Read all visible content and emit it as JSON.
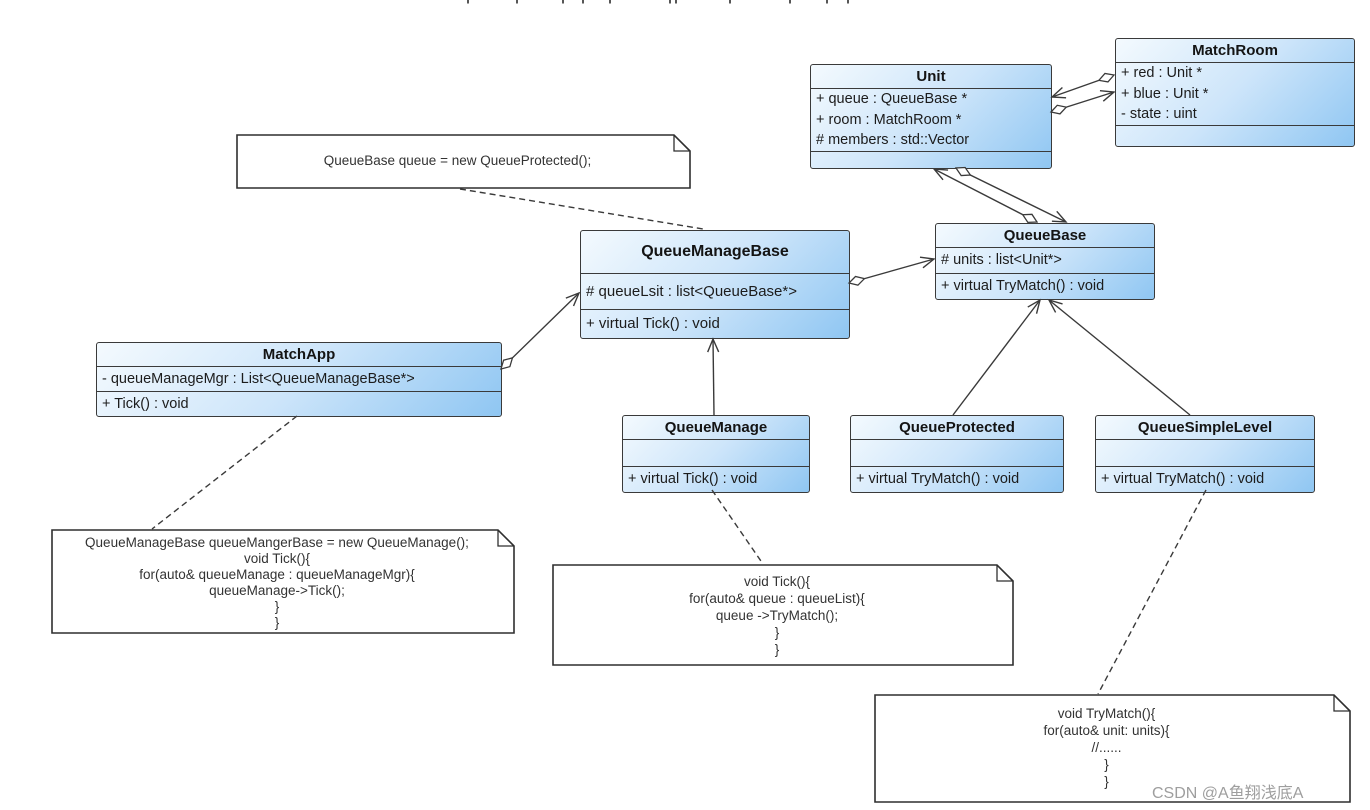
{
  "diagram": {
    "classes": [
      {
        "id": "matchroom",
        "title": "MatchRoom",
        "attributes": [
          "+ red : Unit *",
          "+ blue : Unit *",
          "- state : uint"
        ],
        "methods": []
      },
      {
        "id": "unit",
        "title": "Unit",
        "attributes": [
          "+ queue : QueueBase *",
          "+ room : MatchRoom *",
          "# members : std::Vector"
        ],
        "methods": []
      },
      {
        "id": "queuebase",
        "title": "QueueBase",
        "attributes": [
          "# units : list<Unit*>"
        ],
        "methods": [
          "+ virtual TryMatch() : void"
        ]
      },
      {
        "id": "queuemanagebase",
        "title": "QueueManageBase",
        "attributes": [
          "# queueLsit : list<QueueBase*>"
        ],
        "methods": [
          "+ virtual Tick() : void"
        ]
      },
      {
        "id": "matchapp",
        "title": "MatchApp",
        "attributes": [
          "- queueManageMgr  : List<QueueManageBase*>"
        ],
        "methods": [
          "+ Tick() : void"
        ]
      },
      {
        "id": "queuemanage",
        "title": "QueueManage",
        "attributes": [],
        "methods": [
          "+ virtual Tick() : void"
        ]
      },
      {
        "id": "queueprotected",
        "title": "QueueProtected",
        "attributes": [],
        "methods": [
          "+ virtual TryMatch() : void"
        ]
      },
      {
        "id": "queuesimplelevel",
        "title": "QueueSimpleLevel",
        "attributes": [],
        "methods": [
          "+ virtual TryMatch() : void"
        ]
      }
    ],
    "notes": [
      {
        "id": "note-1",
        "lines": [
          "QueueBase queue = new QueueProtected();"
        ]
      },
      {
        "id": "note-2",
        "lines": [
          "QueueManageBase queueMangerBase = new QueueManage();",
          "void Tick(){",
          "for(auto& queueManage : queueManageMgr){",
          "queueManage->Tick();",
          "}",
          "}"
        ]
      },
      {
        "id": "note-3",
        "lines": [
          "void Tick(){",
          "for(auto& queue : queueList){",
          "queue ->TryMatch();",
          "}",
          "}"
        ]
      },
      {
        "id": "note-4",
        "lines": [
          "void TryMatch(){",
          "for(auto& unit: units){",
          "//......",
          "}",
          "}"
        ]
      }
    ],
    "relations": [
      {
        "id": "rel-matchroom-unit",
        "type": "aggregation",
        "from": "MatchRoom",
        "to": "Unit"
      },
      {
        "id": "rel-unit-matchroom",
        "type": "aggregation",
        "from": "Unit",
        "to": "MatchRoom"
      },
      {
        "id": "rel-unit-queuebase",
        "type": "aggregation",
        "from": "Unit",
        "to": "QueueBase"
      },
      {
        "id": "rel-queuebase-unit",
        "type": "aggregation",
        "from": "QueueBase",
        "to": "Unit"
      },
      {
        "id": "rel-queuemanagebase-queuebase",
        "type": "aggregation",
        "from": "QueueManageBase",
        "to": "QueueBase"
      },
      {
        "id": "rel-matchapp-queuemanagebase",
        "type": "aggregation",
        "from": "MatchApp",
        "to": "QueueManageBase"
      },
      {
        "id": "rel-queuemanage-queuemanagebase",
        "type": "inheritance",
        "from": "QueueManage",
        "to": "QueueManageBase"
      },
      {
        "id": "rel-queueprotected-queuebase",
        "type": "inheritance",
        "from": "QueueProtected",
        "to": "QueueBase"
      },
      {
        "id": "rel-queuesimplelevel-queuebase",
        "type": "inheritance",
        "from": "QueueSimpleLevel",
        "to": "QueueBase"
      },
      {
        "id": "link-note-1",
        "type": "note-link",
        "from": "note-1",
        "to": "QueueManageBase"
      },
      {
        "id": "link-note-2",
        "type": "note-link",
        "from": "MatchApp",
        "to": "note-2"
      },
      {
        "id": "link-note-3",
        "type": "note-link",
        "from": "QueueManage",
        "to": "note-3"
      },
      {
        "id": "link-note-4",
        "type": "note-link",
        "from": "QueueSimpleLevel",
        "to": "note-4"
      }
    ],
    "watermark": "CSDN @A鱼翔浅底A",
    "colors": {
      "node_gradient_light": "#f4fafe",
      "node_gradient_deep": "#8fc6f2",
      "node_border": "#3a3a3a",
      "connector": "#3a3a3a",
      "note_bg": "#ffffff",
      "note_border": "#2f2f2f",
      "watermark_gray": "#9e9e9e"
    }
  }
}
